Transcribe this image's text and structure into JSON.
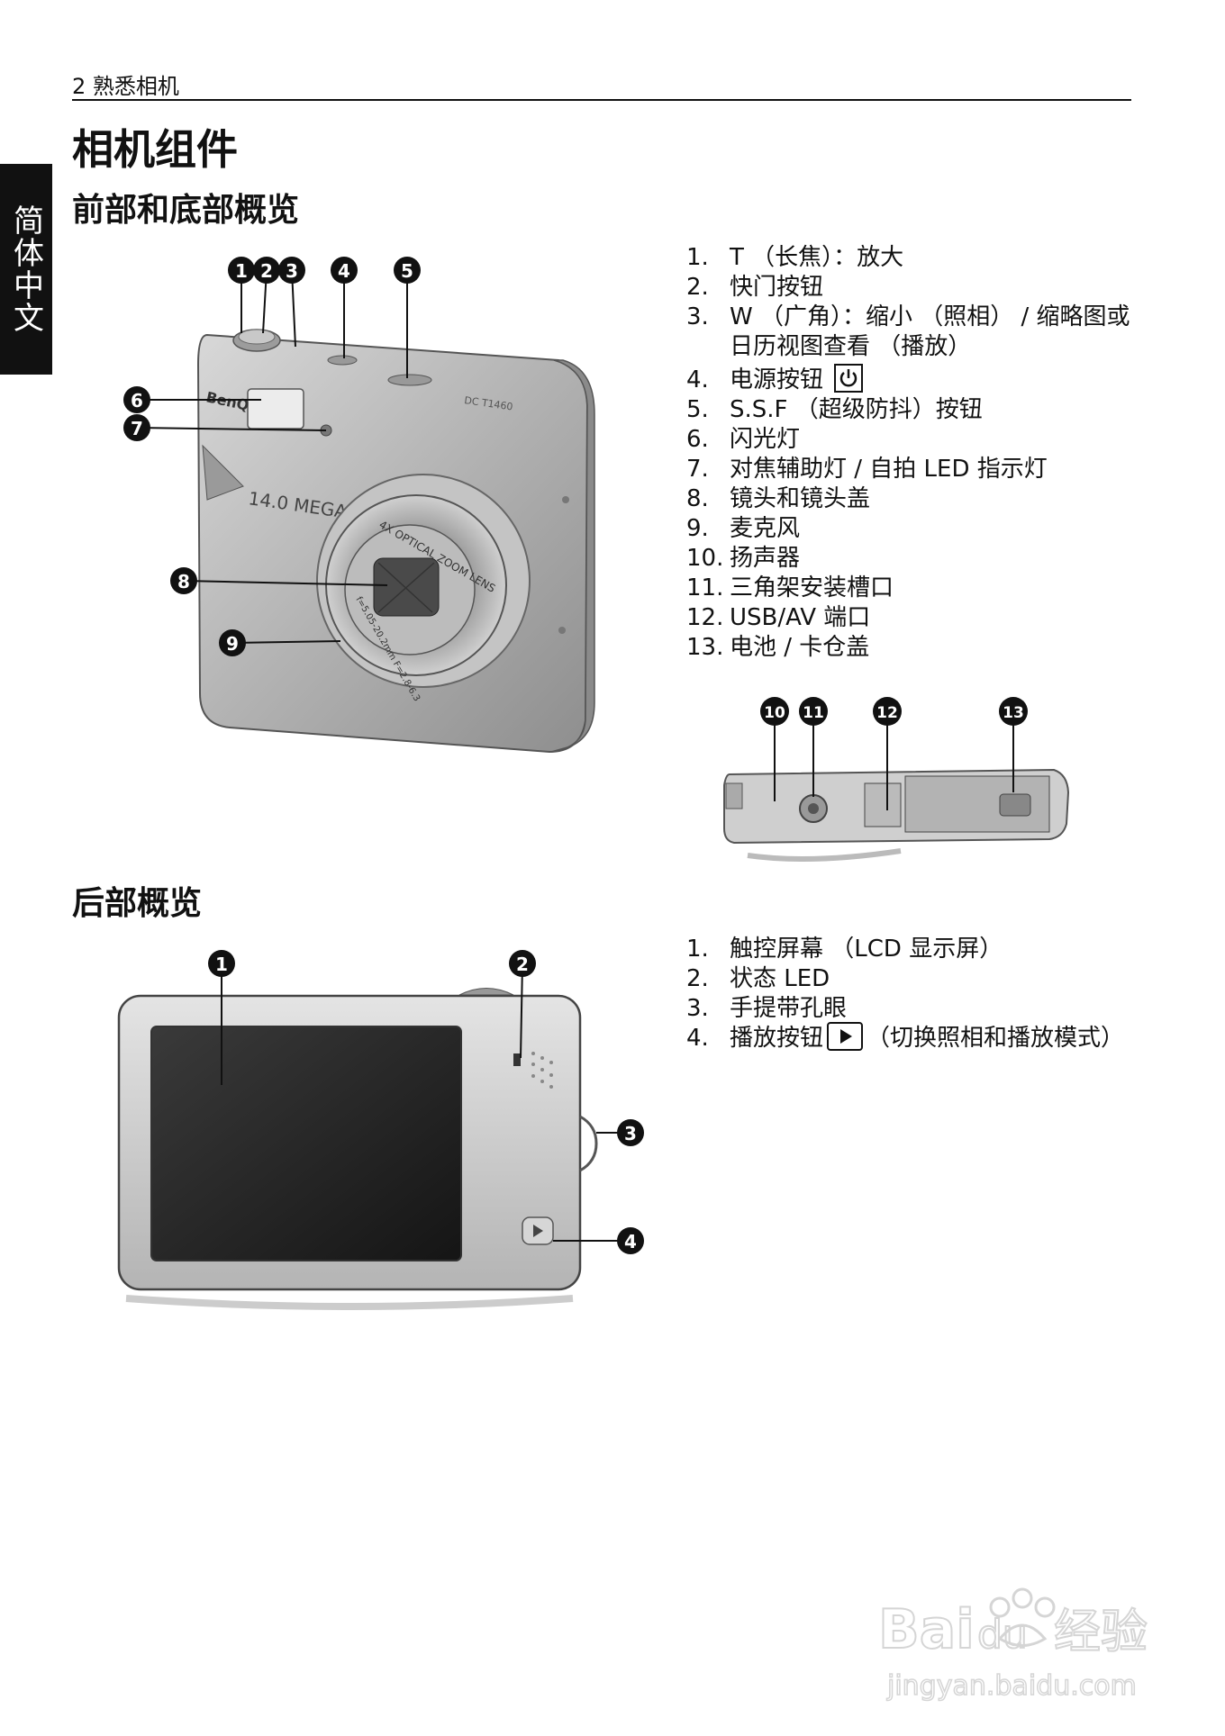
{
  "header": {
    "page_label": "2  熟悉相机"
  },
  "side_tab": {
    "label": "简体中文"
  },
  "title": "相机组件",
  "front": {
    "heading": "前部和底部概览",
    "items": [
      {
        "num": "1.",
        "text": "T （长焦）：放大"
      },
      {
        "num": "2.",
        "text": "快门按钮"
      },
      {
        "num": "3.",
        "text": "W （广角）：缩小 （照相） / 缩略图或日历视图查看 （播放）"
      },
      {
        "num": "4.",
        "text": "电源按钮"
      },
      {
        "num": "5.",
        "text": "S.S.F （超级防抖）按钮"
      },
      {
        "num": "6.",
        "text": "闪光灯"
      },
      {
        "num": "7.",
        "text": "对焦辅助灯 / 自拍 LED 指示灯"
      },
      {
        "num": "8.",
        "text": "镜头和镜头盖"
      },
      {
        "num": "9.",
        "text": "麦克风"
      },
      {
        "num": "10.",
        "text": "扬声器"
      },
      {
        "num": "11.",
        "text": "三角架安装槽口"
      },
      {
        "num": "12.",
        "text": "USB/AV 端口"
      },
      {
        "num": "13.",
        "text": "电池 / 卡仓盖"
      }
    ],
    "callouts": [
      "1",
      "2",
      "3",
      "4",
      "5",
      "6",
      "7",
      "8",
      "9"
    ],
    "bottom_callouts": [
      "10",
      "11",
      "12",
      "13"
    ],
    "brand": "BenQ",
    "lens_text": "4X OPTICAL ZOOM LENS",
    "lens_spec": "f=5.05-20.2mm F=2.8-6.3",
    "mp_text": "14.0 MEGA PIXELS",
    "model": "DC T1460"
  },
  "back": {
    "heading": "后部概览",
    "items": [
      {
        "num": "1.",
        "text": "触控屏幕 （LCD 显示屏）"
      },
      {
        "num": "2.",
        "text": "状态 LED"
      },
      {
        "num": "3.",
        "text": "手提带孔眼"
      },
      {
        "num": "4.",
        "text": "播放按钮",
        "after": "（切换照相和播放模式）"
      }
    ],
    "callouts": [
      "1",
      "2",
      "3",
      "4"
    ]
  },
  "watermark": {
    "brand": "Bai",
    "brand2": "du",
    "product": "经验",
    "url": "jingyan.baidu.com"
  },
  "colors": {
    "ink": "#111111",
    "camera_body": "#b9b9b9",
    "screen": "#1e1e1e"
  }
}
